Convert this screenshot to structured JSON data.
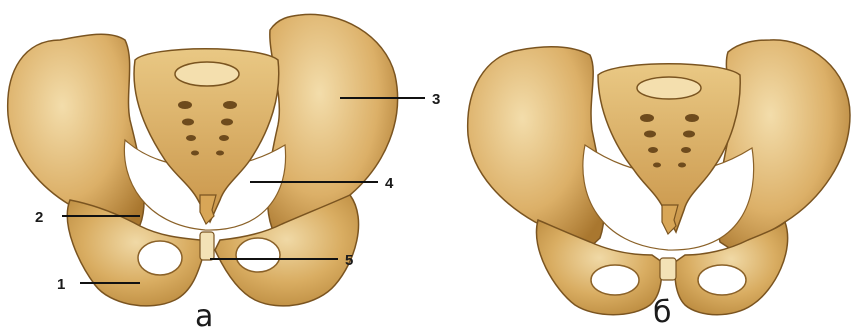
{
  "figures": [
    {
      "id": "a",
      "caption": "а",
      "callouts": [
        {
          "number": "1"
        },
        {
          "number": "2"
        },
        {
          "number": "3"
        },
        {
          "number": "4"
        },
        {
          "number": "5"
        }
      ]
    },
    {
      "id": "b",
      "caption": "б"
    }
  ],
  "colors": {
    "bone_light": "#e8c98a",
    "bone_mid": "#d7a959",
    "bone_dark": "#b78638",
    "bone_shadow": "#8e6428",
    "outline": "#6e4b1d",
    "leader_line": "#111111",
    "background": "#ffffff"
  }
}
